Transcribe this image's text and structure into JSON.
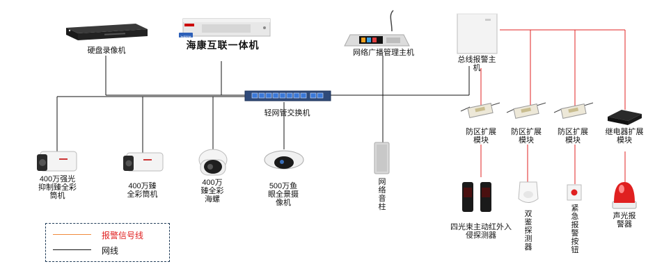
{
  "devices": {
    "nvr": "硬盘录像机",
    "all_in_one": "海康互联一体机",
    "all_in_one_badge": "海康智能",
    "broadcast_host": "网络广播管理主机",
    "alarm_host": "总线报警主机",
    "poe_switch": "轻网管交换机",
    "camera_bullet": "400万强光抑制臻全彩筒机",
    "camera_bullet2": "400万臻全彩筒机",
    "camera_dome": "400万臻全彩海螺",
    "camera_fisheye": "500万鱼眼全景摄像机",
    "speaker_column": "网络音柱",
    "zone_module_1": "防区扩展模块",
    "zone_module_2": "防区扩展模块",
    "zone_module_3": "防区扩展模块",
    "relay_module": "继电器扩展模块",
    "ir_beam": "四光束主动红外入侵探测器",
    "dual_detector": "双鉴探测器",
    "emergency_button": "紧急报警按钮",
    "siren": "声光报警器"
  },
  "legend": {
    "alarm_line": "报警信号线",
    "network_line": "网线"
  },
  "colors": {
    "alarm": "#e02020",
    "alarm_legend": "#f08a3c",
    "network": "#111111",
    "legend_border": "#1f3b57",
    "switch_body": "#2f4a7a",
    "port": "#3a78d8"
  }
}
